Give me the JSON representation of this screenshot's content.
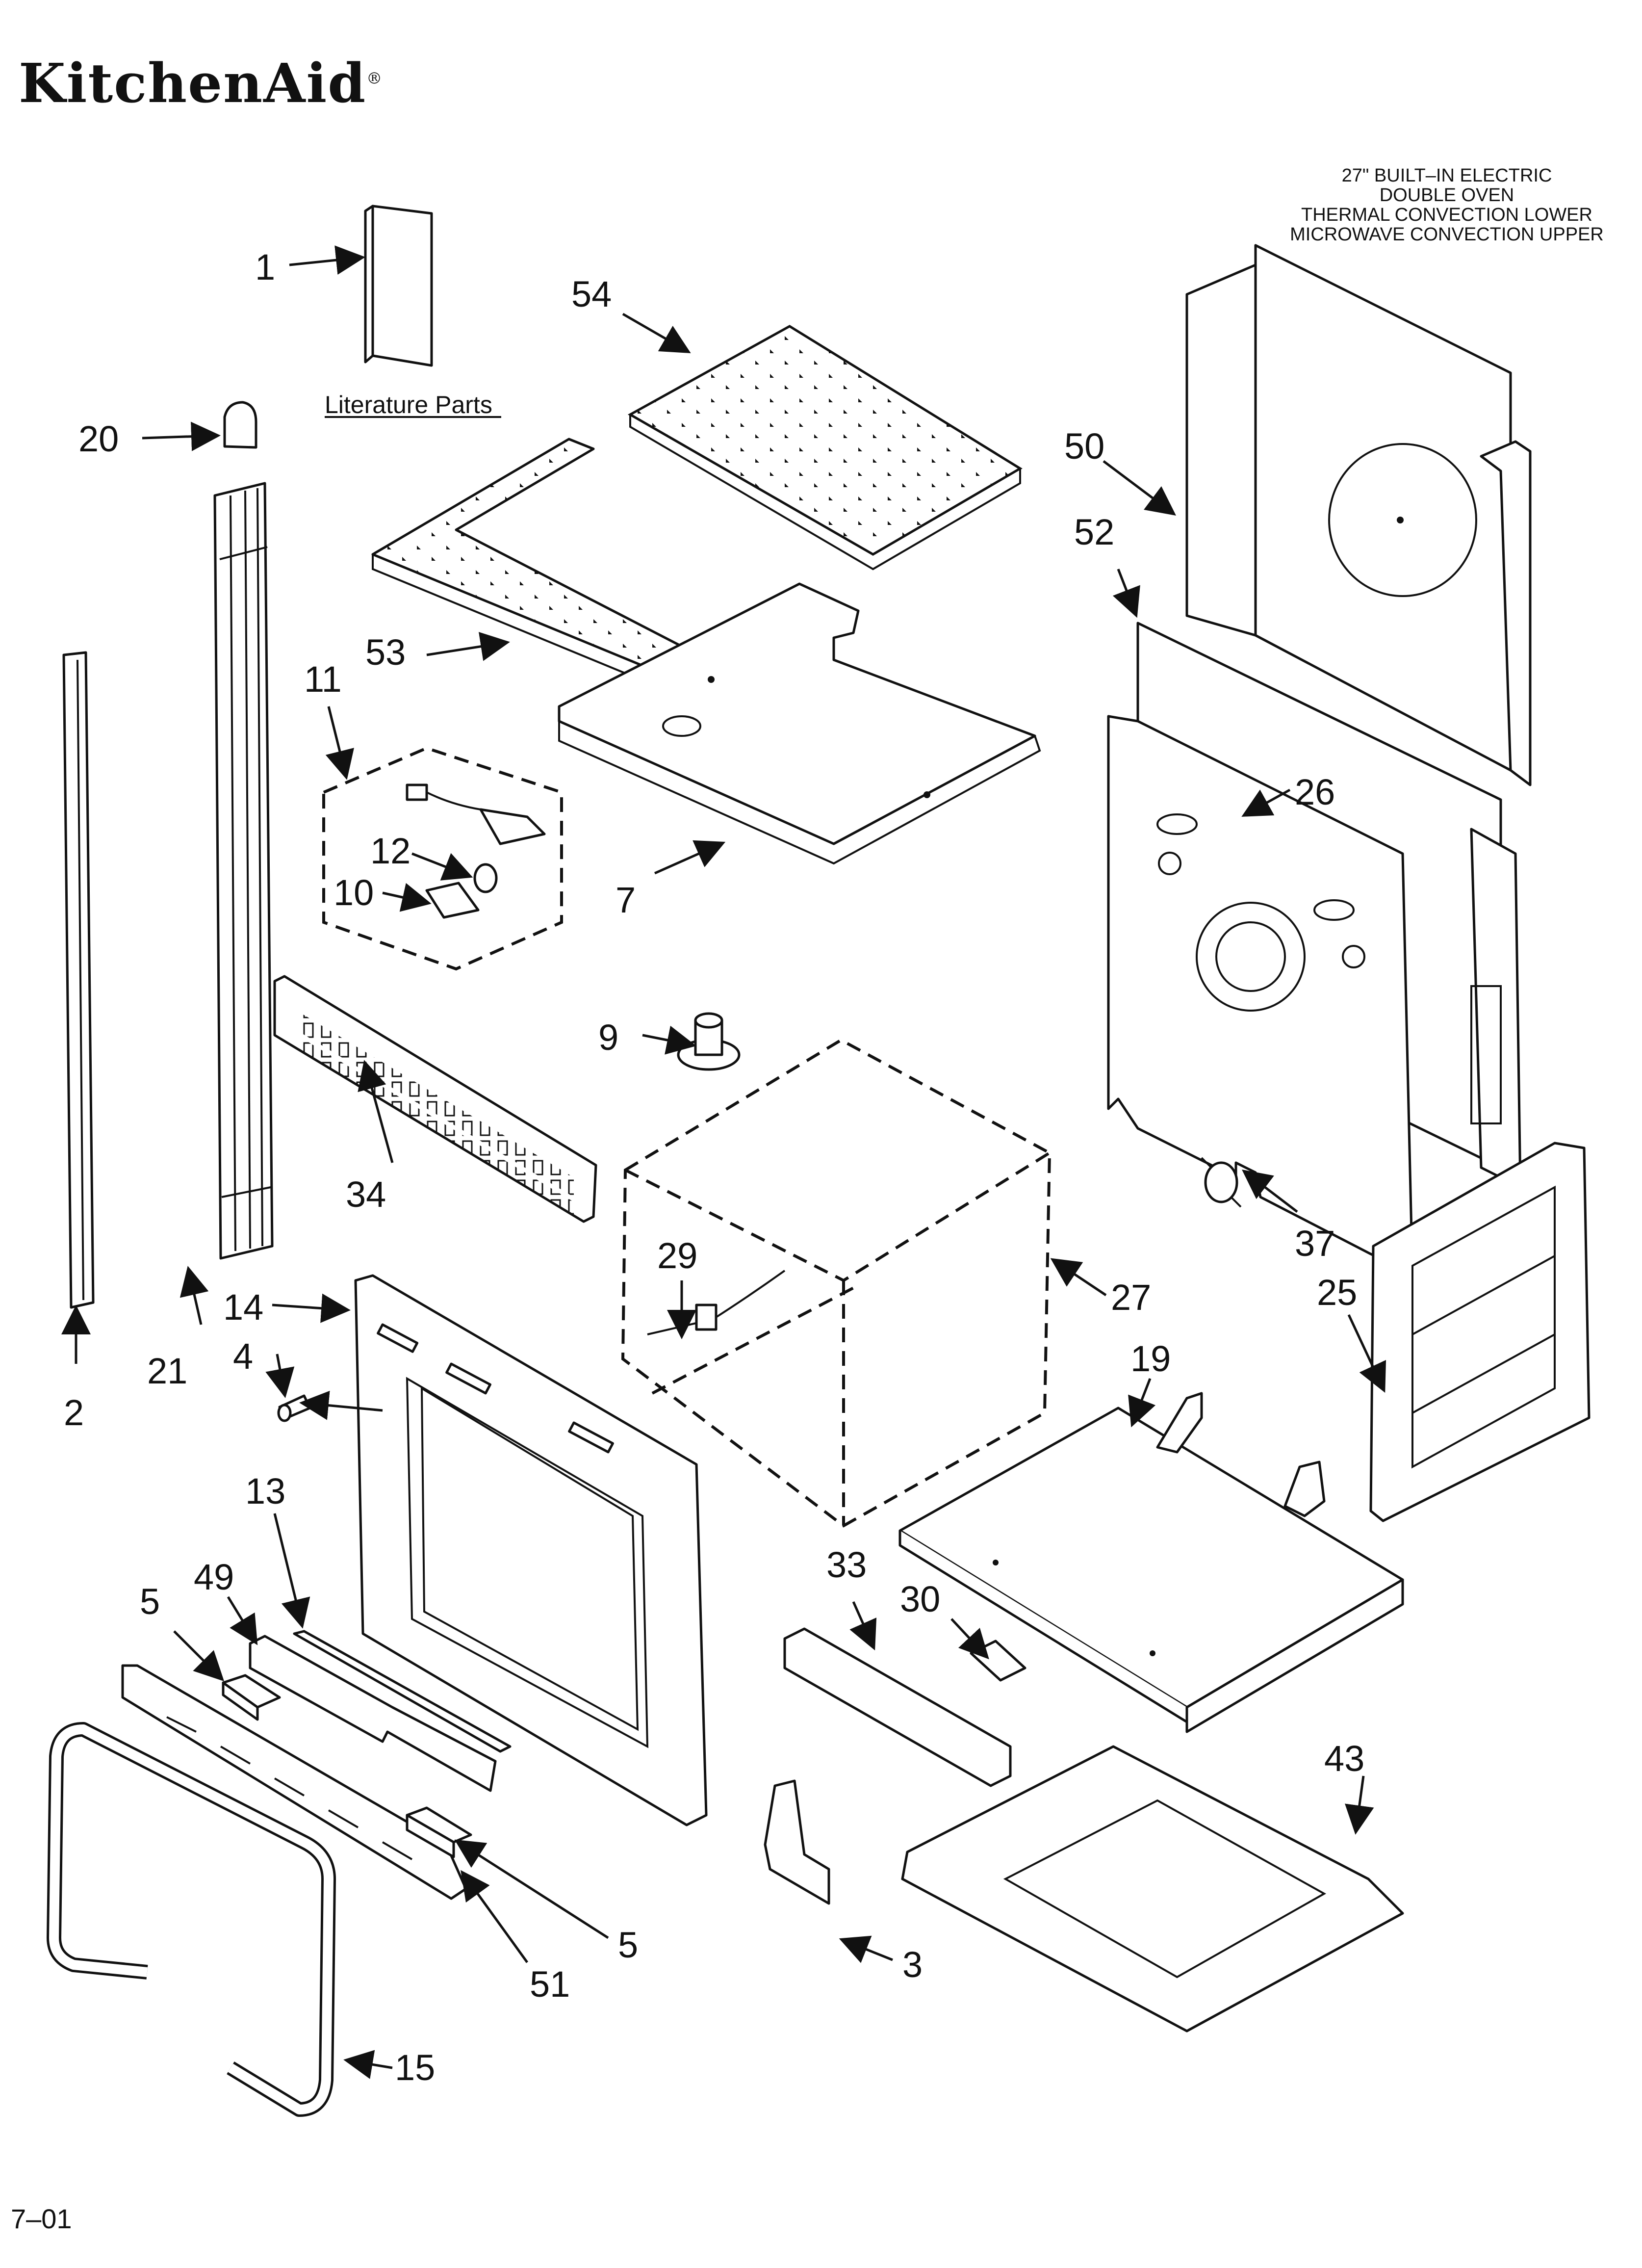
{
  "brand": {
    "name": "KitchenAid",
    "registered_mark": "®"
  },
  "model_description": [
    "27\" BUILT–IN ELECTRIC",
    "DOUBLE OVEN",
    "THERMAL CONVECTION LOWER",
    "MICROWAVE CONVECTION UPPER"
  ],
  "literature_label": "Literature Parts",
  "footer_code": "7–01",
  "callouts": [
    "1",
    "2",
    "3",
    "4",
    "5",
    "5",
    "7",
    "9",
    "10",
    "11",
    "12",
    "13",
    "14",
    "15",
    "19",
    "20",
    "21",
    "25",
    "26",
    "27",
    "29",
    "30",
    "33",
    "34",
    "37",
    "43",
    "49",
    "50",
    "51",
    "52",
    "53",
    "54"
  ]
}
